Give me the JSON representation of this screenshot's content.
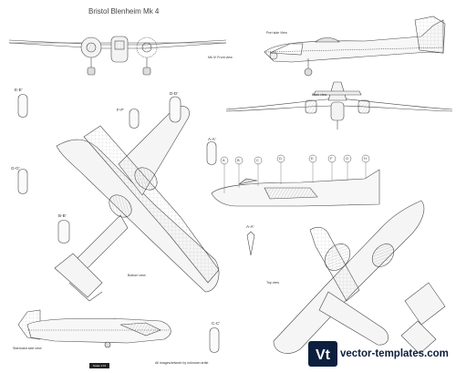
{
  "title": "Bristol Blenheim Mk 4",
  "views": {
    "front": "Mk IV Front view",
    "port": "Port side View",
    "back": "Back view",
    "bottom": "Bottom view",
    "top": "Top view",
    "starboard": "Starboard side view"
  },
  "sections": [
    "E-E'",
    "F-F'",
    "D-D'",
    "G-G'",
    "A-A'",
    "B-B'",
    "A-A'",
    "C-C'"
  ],
  "station_markers": [
    "A",
    "B",
    "C",
    "D",
    "E",
    "F",
    "G",
    "H"
  ],
  "scale_label": "Scale 1:72",
  "footer_note": "All images/artwork by unknown artist",
  "watermark": {
    "logo_letters": "Vt",
    "text": "vector-templates.com",
    "color": "#0c1f3e"
  },
  "colors": {
    "line": "#4a4a4a",
    "fill": "#f3f3f3",
    "dark": "#222222"
  }
}
